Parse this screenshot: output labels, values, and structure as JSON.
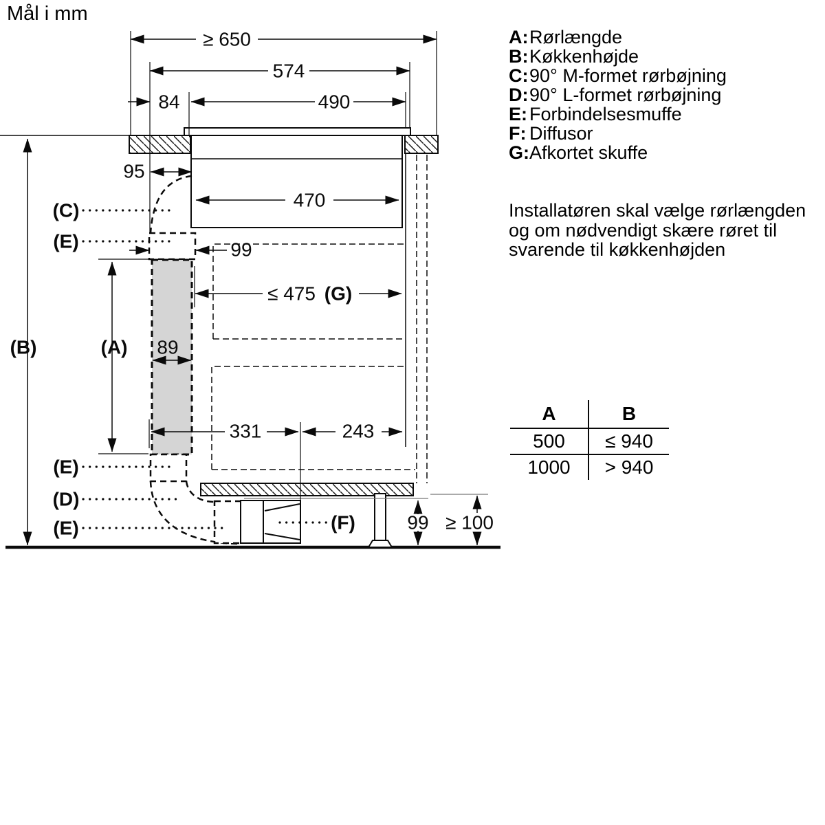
{
  "title": "Mål i mm",
  "legend": {
    "items": [
      {
        "key": "A:",
        "label": "Rørlængde"
      },
      {
        "key": "B:",
        "label": "Køkkenhøjde"
      },
      {
        "key": "C:",
        "label": "90° M-formet rørbøjning"
      },
      {
        "key": "D:",
        "label": "90° L-formet rørbøjning"
      },
      {
        "key": "E:",
        "label": "Forbindelsesmuffe"
      },
      {
        "key": "F:",
        "label": "Diffusor"
      },
      {
        "key": "G:",
        "label": "Afkortet skuffe"
      }
    ]
  },
  "note": {
    "lines": [
      "Installatøren skal vælge rørlængden",
      "og om nødvendigt skære røret til",
      "svarende til køkkenhøjden"
    ]
  },
  "table": {
    "headers": [
      "A",
      "B"
    ],
    "rows": [
      [
        "500",
        "≤ 940"
      ],
      [
        "1000",
        "> 940"
      ]
    ]
  },
  "drawing": {
    "dims": {
      "width_min": "≥ 650",
      "width_574": "574",
      "offset_84": "84",
      "width_490": "490",
      "offset_95": "95",
      "width_470": "470",
      "sleeve_99": "99",
      "drawer_max": "≤ 475",
      "pipe_89": "89",
      "dist_331": "331",
      "dist_243": "243",
      "height_99": "99",
      "toe_min": "≥ 100"
    },
    "labels": {
      "a": "(A)",
      "b": "(B)",
      "c": "(C)",
      "d": "(D)",
      "e_upper": "(E)",
      "e_mid": "(E)",
      "e_lower": "(E)",
      "f": "(F)",
      "g": "(G)"
    },
    "colors": {
      "line": "#0a0a0a",
      "pipe_fill": "#d5d5d5",
      "ref_line": "#777777"
    }
  }
}
